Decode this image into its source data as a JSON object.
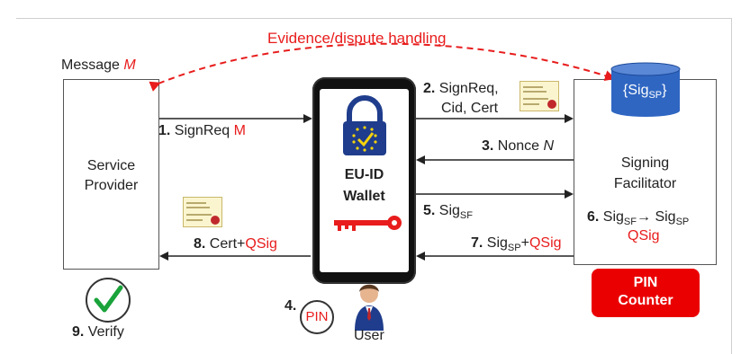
{
  "dispute_label": "Evidence/dispute handling",
  "message_label": {
    "text": "Message ",
    "var": "M"
  },
  "service_provider": {
    "line1": "Service",
    "line2": "Provider"
  },
  "wallet": {
    "line1": "EU-ID",
    "line2": "Wallet"
  },
  "signing_facilitator": {
    "line1": "Signing",
    "line2": "Facilitator"
  },
  "db_label": {
    "open": "{Sig",
    "sub": "SP",
    "close": "}"
  },
  "steps": {
    "s1": {
      "num": "1.",
      "text": "SignReq ",
      "red": "M"
    },
    "s2": {
      "num": "2.",
      "line1": "SignReq,",
      "line2": "Cid, Cert"
    },
    "s3": {
      "num": "3.",
      "text": "Nonce ",
      "var": "N"
    },
    "s4": {
      "num": "4."
    },
    "s5": {
      "num": "5.",
      "text": "Sig",
      "sub": "SF"
    },
    "s6": {
      "num": "6.",
      "a": "Sig",
      "a_sub": "SF",
      "arrow": "→",
      "b": "Sig",
      "b_sub": "SP",
      "qsig": "QSig"
    },
    "s7": {
      "num": "7.",
      "a": "Sig",
      "a_sub": "SP",
      "plus": "+",
      "red": "QSig"
    },
    "s8": {
      "num": "8.",
      "text": "Cert+",
      "red": "QSig"
    },
    "s9": {
      "num": "9.",
      "text": "Verify"
    }
  },
  "pin_label": "PIN",
  "pin_counter": {
    "line1": "PIN",
    "line2": "Counter"
  },
  "user_label": "User",
  "colors": {
    "accent_red": "#e81c1c",
    "pin_counter_bg": "#ea0000",
    "db_blue": "#2f66c2",
    "check_green": "#19a33a",
    "eu_blue": "#1f3d8c",
    "eu_star": "#f6d30b"
  }
}
